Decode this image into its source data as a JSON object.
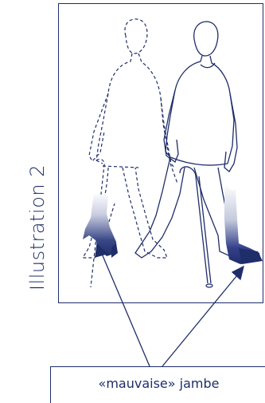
{
  "caption": {
    "text": "Illustration 2"
  },
  "label": {
    "text": "«mauvaise» jambe"
  },
  "colors": {
    "stroke": "#1f2d6a",
    "highlight_dark": "#1f2d6a",
    "highlight_light": "#ffffff"
  },
  "figures": {
    "dashed_figure": "walker-outline-dashed",
    "solid_figure": "walker-outline-solid",
    "cane": "walking-cane"
  }
}
